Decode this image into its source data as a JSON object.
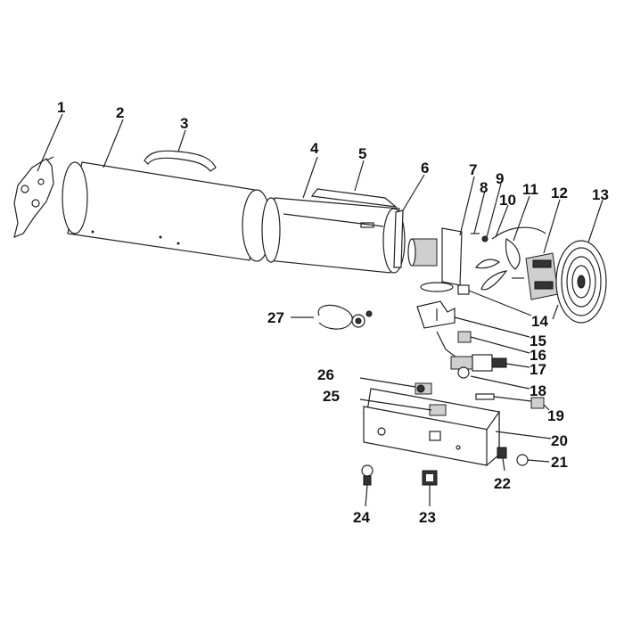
{
  "diagram": {
    "part_numbers": [
      "1",
      "2",
      "3",
      "4",
      "5",
      "6",
      "7",
      "8",
      "9",
      "10",
      "11",
      "12",
      "13",
      "14",
      "15",
      "16",
      "17",
      "18",
      "19",
      "20",
      "21",
      "22",
      "23",
      "24",
      "25",
      "26",
      "27"
    ]
  }
}
